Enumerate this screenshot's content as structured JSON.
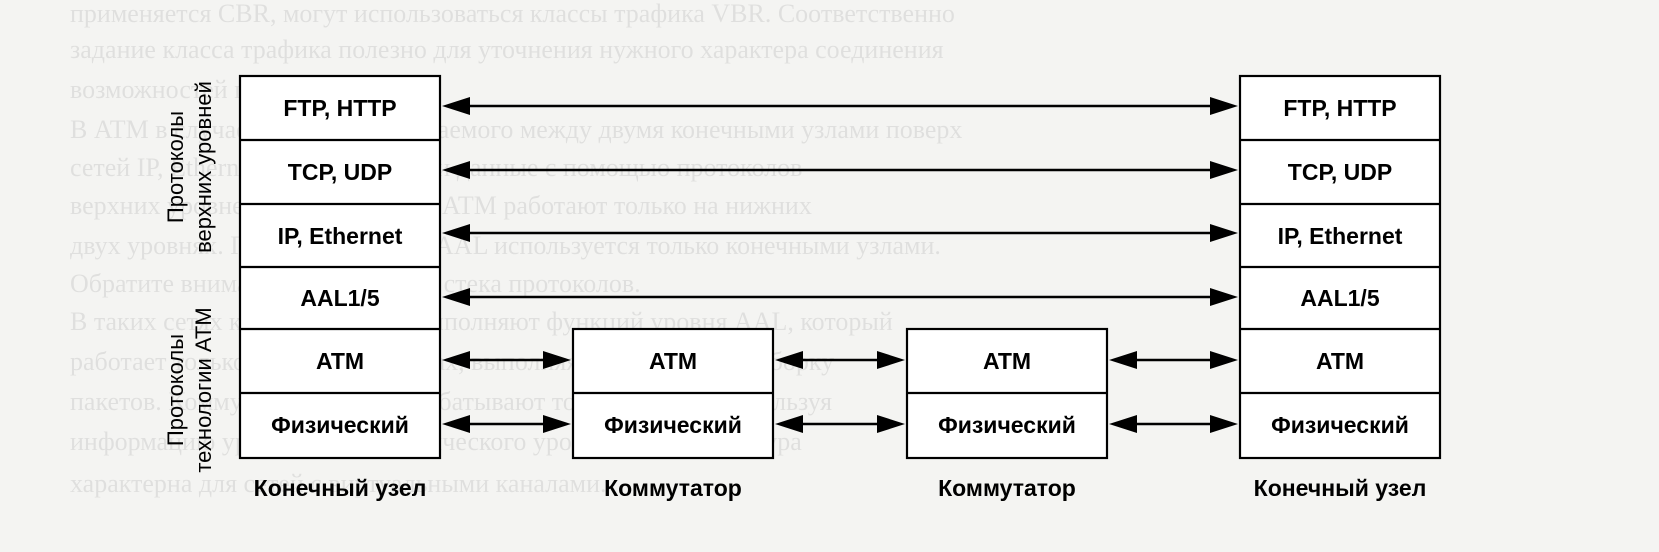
{
  "background_text": [
    "применяется CBR, могут использоваться классы трафика VBR. Соответственно",
    "задание класса трафика полезно для уточнения нужного характера соединения",
    "возможностей протоколов.",
    "В ATM в случае трафика передаваемого между двумя конечными узлами поверх",
    "сетей IP, Ethernet передаются свои данные с помощью протоколов",
    "верхних уровней, а коммутаторы ATM работают только на нижних",
    "двух уровнях. При этом уровень AAL используется только конечными узлами.",
    "Обратите внимание на структуру стека протоколов.",
    "В таких сетях коммутаторы не выполняют функций уровня AAL, который",
    "работает только на конечных узлах, выполняя сегментацию и сборку",
    "пакетов. Коммутаторы ATM обрабатывают только ячейки, используя",
    "информацию уровня ATM и физического уровня. Такая структура",
    "характерна для сетей с виртуальными каналами."
  ],
  "side_labels": {
    "upper": [
      "Протоколы",
      "верхних уровней"
    ],
    "atm": [
      "Протоколы",
      "технологии ATM"
    ]
  },
  "nodes": [
    {
      "id": "end-left",
      "caption": "Конечный узел",
      "layers": [
        "FTP, HTTP",
        "TCP, UDP",
        "IP, Ethernet",
        "AAL1/5",
        "ATM",
        "Физический"
      ]
    },
    {
      "id": "switch-1",
      "caption": "Коммутатор",
      "layers": [
        "ATM",
        "Физический"
      ]
    },
    {
      "id": "switch-2",
      "caption": "Коммутатор",
      "layers": [
        "ATM",
        "Физический"
      ]
    },
    {
      "id": "end-right",
      "caption": "Конечный узел",
      "layers": [
        "FTP, HTTP",
        "TCP, UDP",
        "IP, Ethernet",
        "AAL1/5",
        "ATM",
        "Физический"
      ]
    }
  ]
}
